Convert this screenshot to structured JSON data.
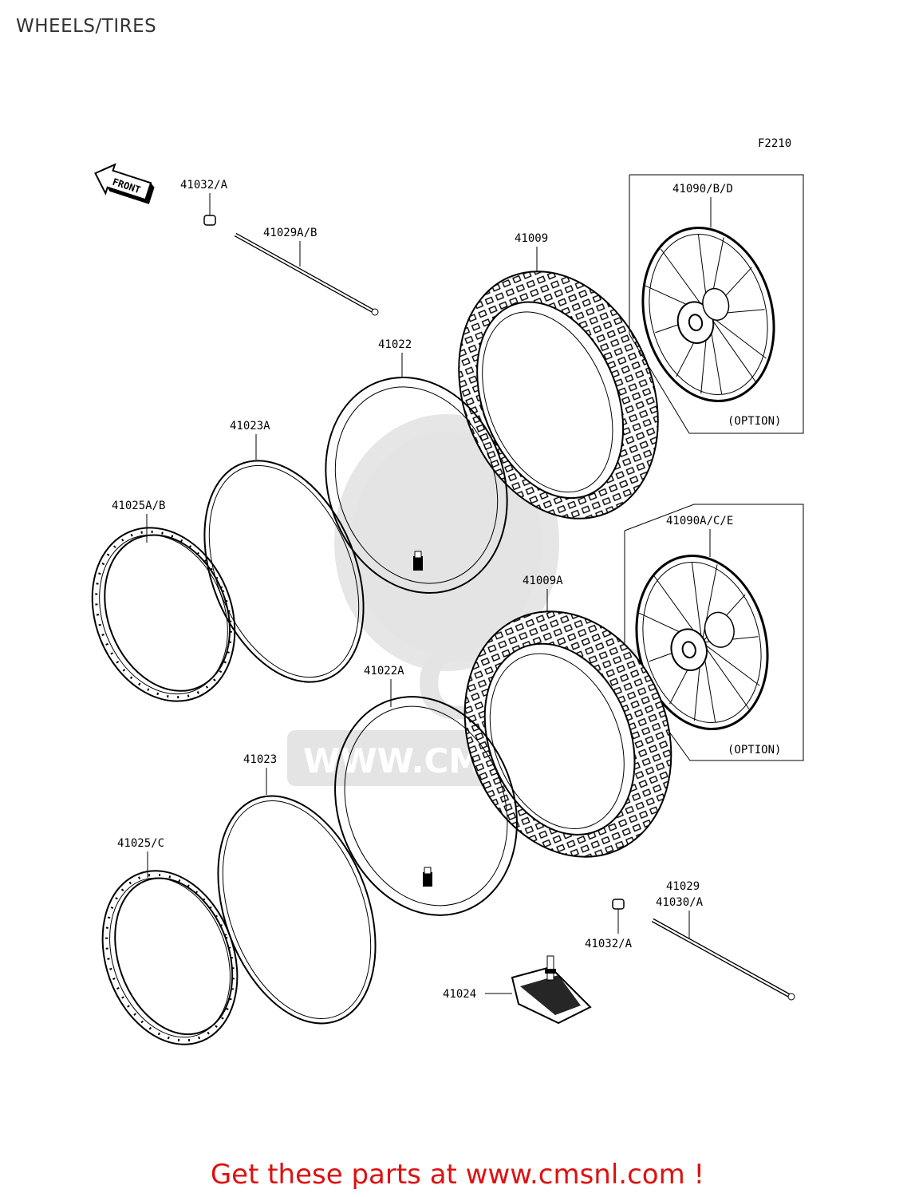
{
  "page": {
    "title": "WHEELS/TIRES"
  },
  "diagram": {
    "figure_code": "F2210",
    "front_label": "FRONT",
    "option_label": "(OPTION)",
    "watermark_text": "WWW.CMSNL.COM",
    "watermark_logo": "CMS",
    "parts": {
      "p41032A_top": "41032/A",
      "p41029AB": "41029A/B",
      "p41009": "41009",
      "p41090BD": "41090/B/D",
      "p41022": "41022",
      "p41023A": "41023A",
      "p41025AB": "41025A/B",
      "p41090ACE": "41090A/C/E",
      "p41009A": "41009A",
      "p41022A": "41022A",
      "p41023": "41023",
      "p41025C": "41025/C",
      "p41029": "41029",
      "p41030A": "41030/A",
      "p41032A_bottom": "41032/A",
      "p41024": "41024"
    }
  },
  "footer": {
    "cta": "Get these parts at www.cmsnl.com !"
  }
}
